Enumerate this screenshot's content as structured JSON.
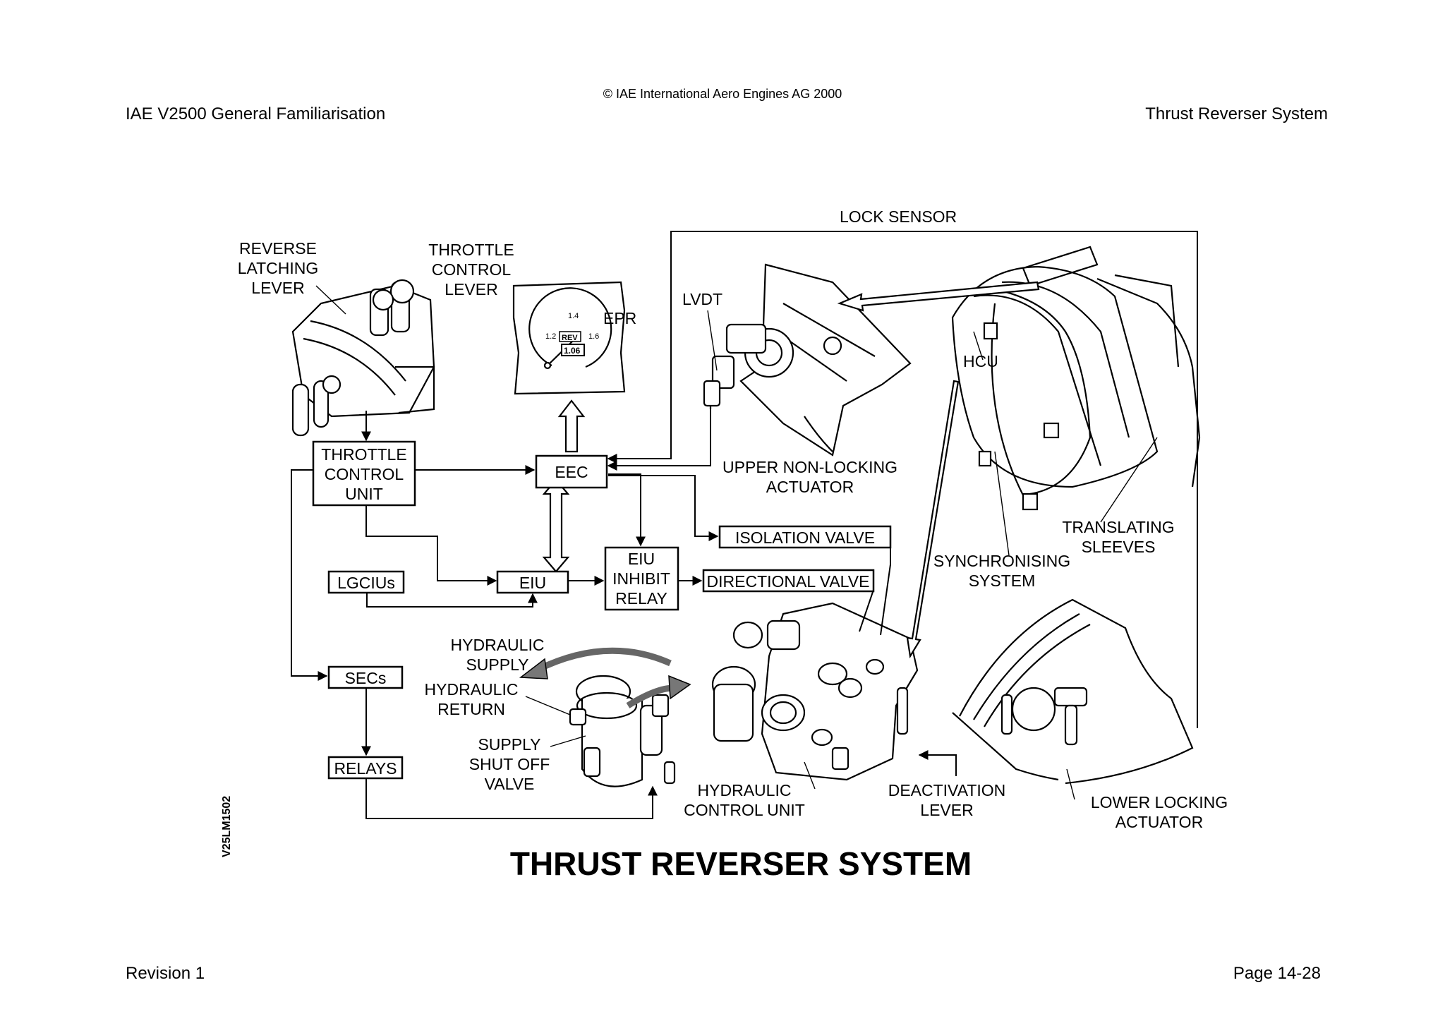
{
  "header": {
    "copyright": "© IAE International Aero Engines AG 2000",
    "doc_title": "IAE V2500 General Familiarisation",
    "section_title": "Thrust Reverser System"
  },
  "footer": {
    "revision": "Revision 1",
    "page": "Page 14-28"
  },
  "figure": {
    "id": "V25LM1502",
    "title": "THRUST REVERSER SYSTEM",
    "boxes": {
      "throttle_control_unit": [
        "THROTTLE",
        "CONTROL",
        "UNIT"
      ],
      "eec": "EEC",
      "lgcius": "LGCIUs",
      "eiu": "EIU",
      "eiu_inhibit_relay": [
        "EIU",
        "INHIBIT",
        "RELAY"
      ],
      "isolation_valve": "ISOLATION VALVE",
      "directional_valve": "DIRECTIONAL VALVE",
      "secs": "SECs",
      "relays": "RELAYS"
    },
    "labels": {
      "reverse_latching_lever": [
        "REVERSE",
        "LATCHING",
        "LEVER"
      ],
      "throttle_control_lever": [
        "THROTTLE",
        "CONTROL",
        "LEVER"
      ],
      "epr": "EPR",
      "lock_sensor": "LOCK SENSOR",
      "lvdt": "LVDT",
      "hcu": "HCU",
      "upper_non_locking_actuator": [
        "UPPER NON-LOCKING",
        "ACTUATOR"
      ],
      "translating_sleeves": [
        "TRANSLATING",
        "SLEEVES"
      ],
      "synchronising_system": [
        "SYNCHRONISING",
        "SYSTEM"
      ],
      "hydraulic_supply": [
        "HYDRAULIC",
        "SUPPLY"
      ],
      "hydraulic_return": [
        "HYDRAULIC",
        "RETURN"
      ],
      "supply_shut_off_valve": [
        "SUPPLY",
        "SHUT OFF",
        "VALVE"
      ],
      "hydraulic_control_unit": [
        "HYDRAULIC",
        "CONTROL UNIT"
      ],
      "deactivation_lever": [
        "DEACTIVATION",
        "LEVER"
      ],
      "lower_locking_actuator": [
        "LOWER LOCKING",
        "ACTUATOR"
      ]
    },
    "gauge": {
      "ticks": [
        "1.4",
        "1.2",
        "1.6"
      ],
      "mode": "REV",
      "readout": "1.06"
    }
  }
}
